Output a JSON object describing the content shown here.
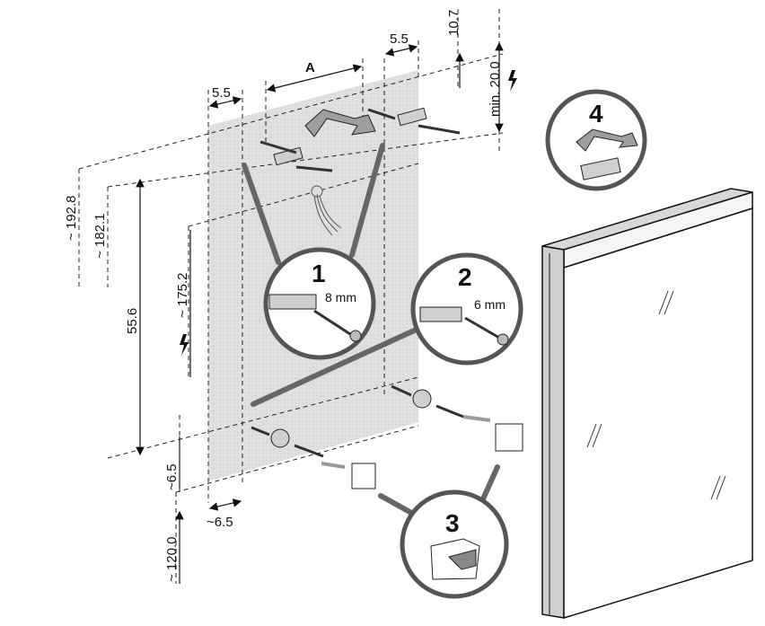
{
  "dimensions": {
    "offset_left_top": "5.5",
    "spacing_a": "A",
    "offset_right_top": "5.5",
    "top_gap": "10.7",
    "min_gap": "min. 20.0",
    "height_192": "~ 192.8",
    "height_182": "~ 182.1",
    "height_175": "~ 175.2",
    "mirror_height": "55.6",
    "bottom_offset_v": "~6.5",
    "bottom_offset_h": "~6.5",
    "floor_height": "~ 120.0"
  },
  "steps": [
    {
      "number": "1",
      "drill": "8 mm"
    },
    {
      "number": "2",
      "drill": "6 mm"
    },
    {
      "number": "3"
    },
    {
      "number": "4"
    }
  ],
  "icons": {
    "electric": "lightning-icon"
  },
  "colors": {
    "wall_area": "#d9d9d9",
    "line": "#1a1a1a",
    "circle_stroke": "#555555",
    "bracket": "#bdbdbd"
  }
}
